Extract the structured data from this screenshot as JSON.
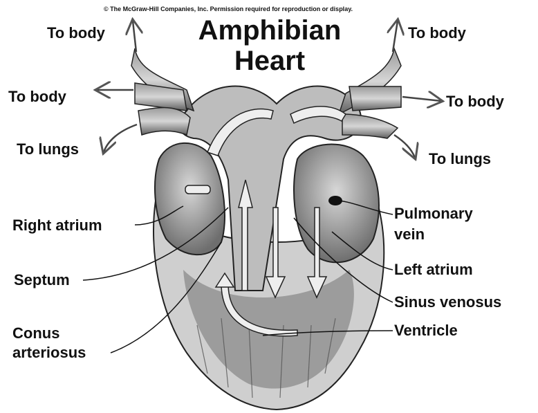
{
  "copyright": "© The McGraw-Hill Companies, Inc. Permission required for reproduction or display.",
  "title_line1": "Amphibian",
  "title_line2": "Heart",
  "labels": {
    "to_body_top_left": "To body",
    "to_body_top_right": "To body",
    "to_body_mid_left": "To body",
    "to_body_mid_right": "To body",
    "to_lungs_left": "To lungs",
    "to_lungs_right": "To lungs",
    "right_atrium": "Right atrium",
    "septum": "Septum",
    "conus_line1": "Conus",
    "conus_line2": "arteriosus",
    "pulmonary_line1": "Pulmonary",
    "pulmonary_line2": "vein",
    "left_atrium": "Left atrium",
    "sinus_venosus": "Sinus venosus",
    "ventricle": "Ventricle"
  }
}
